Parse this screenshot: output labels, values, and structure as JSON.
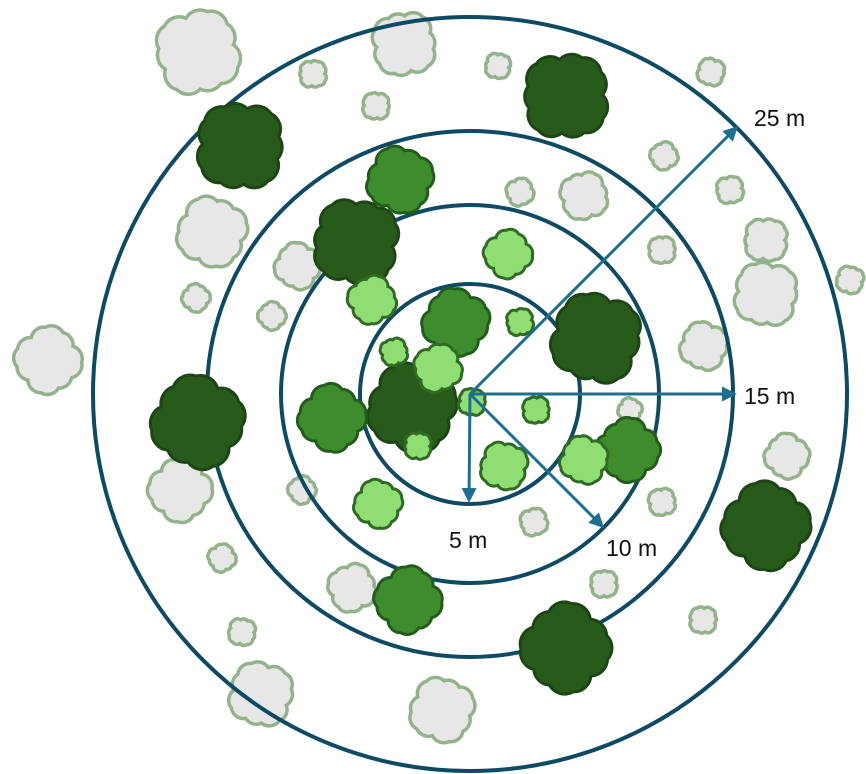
{
  "labels": {
    "r5": "5 m",
    "r10": "10 m",
    "r15": "15 m",
    "r25": "25 m"
  },
  "colors": {
    "ring": "#0f4a63",
    "arrow": "#1e6f8f",
    "gray_tree_fill": "#e6e6e6",
    "gray_tree_outline": "#8fae86",
    "light_tree": "#8fdd73",
    "medium_tree": "#3f8c2e",
    "dark_tree": "#285a1c"
  }
}
